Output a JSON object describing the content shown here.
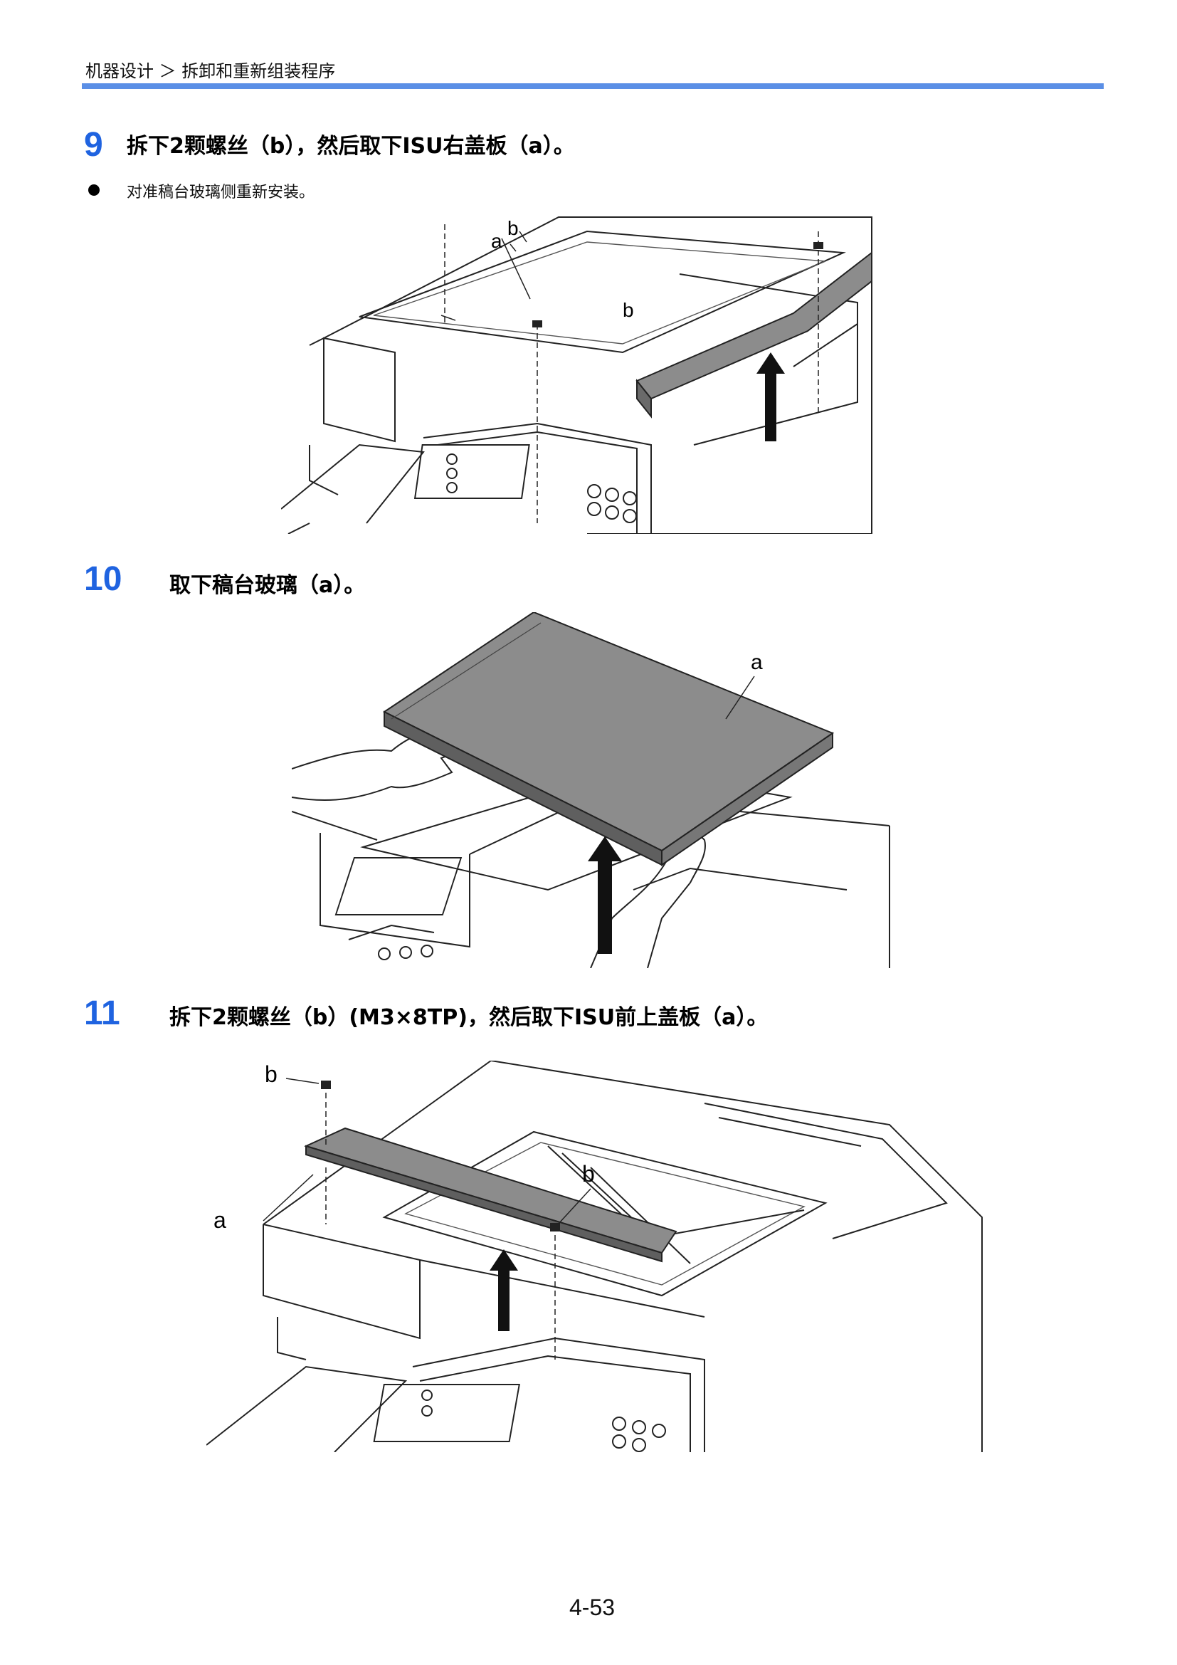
{
  "header": {
    "breadcrumb": "机器设计 ＞ 拆卸和重新组装程序"
  },
  "steps": [
    {
      "number": "9",
      "text": "拆下2颗螺丝（b），然后取下ISU右盖板（a）。",
      "note": "对准稿台玻璃侧重新安装。",
      "labels": {
        "a": "a",
        "b1": "b",
        "b2": "b"
      }
    },
    {
      "number": "10",
      "text": "取下稿台玻璃（a）。",
      "labels": {
        "a": "a"
      }
    },
    {
      "number": "11",
      "text": "拆下2颗螺丝（b）(M3×8TP)，然后取下ISU前上盖板（a）。",
      "labels": {
        "a": "a",
        "b1": "b",
        "b2": "b"
      }
    }
  ],
  "footer": {
    "page_number": "4-53"
  },
  "colors": {
    "step_number": "#1f63e0",
    "header_rule": "#5b8fe6",
    "part_fill": "#8c8c8c"
  }
}
